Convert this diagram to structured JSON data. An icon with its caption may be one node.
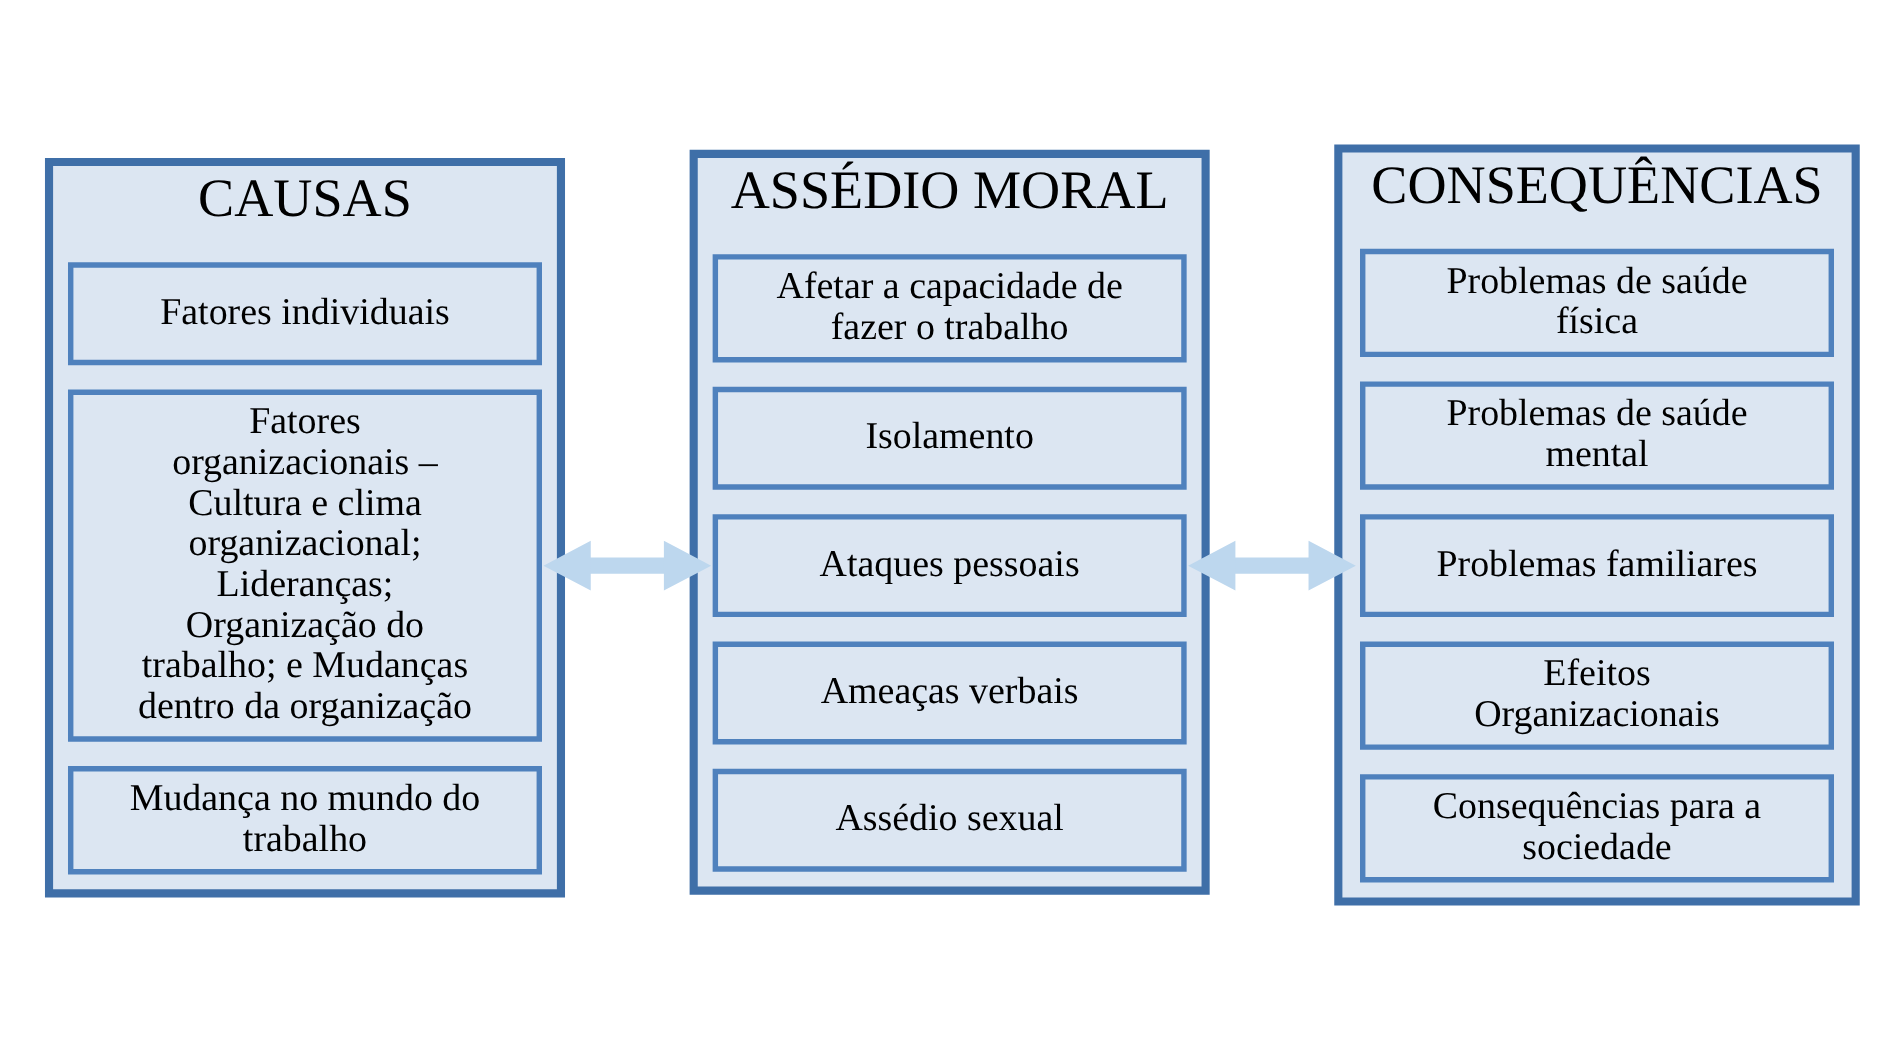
{
  "diagram": {
    "nodes": [
      {
        "text": [
          "CAUSAS"
        ]
      },
      {
        "text": [
          "Fatores individuais"
        ],
        "in": 0
      },
      {
        "text": [
          "Fatores organizacionais – Cultura e clima organizacional; Lideranças; Organização do trabalho; e Mudanças dentro da organização"
        ],
        "in": 0
      },
      {
        "text": [
          "Mudança no mundo do trabalho"
        ],
        "in": 0
      },
      {
        "text": [
          "ASSÉDIO MORAL"
        ]
      },
      {
        "text": [
          "Afetar a capacidade de fazer o trabalho"
        ],
        "in": 4
      },
      {
        "text": [
          "Isolamento"
        ],
        "in": 4
      },
      {
        "text": [
          "Ataques pessoais"
        ],
        "in": 4
      },
      {
        "text": [
          "Ameaças verbais"
        ],
        "in": 4
      },
      {
        "text": [
          "Assédio sexual"
        ],
        "in": 4
      },
      {
        "text": [
          "CONSEQUÊNCIAS"
        ]
      },
      {
        "text": [
          "Problemas de saúde física"
        ],
        "in": 10
      },
      {
        "text": [
          "Problemas de saúde mental"
        ],
        "in": 10
      },
      {
        "text": [
          "Problemas familiares"
        ],
        "in": 10
      },
      {
        "text": [
          "Efeitos Organizacionais"
        ],
        "in": 10
      },
      {
        "text": [
          "Consequências para a sociedade"
        ],
        "in": 10
      }
    ],
    "edges": [
      {
        "from": 0,
        "to": 4,
        "arrow": "both"
      },
      {
        "from": 4,
        "to": 10,
        "arrow": "both"
      }
    ]
  }
}
